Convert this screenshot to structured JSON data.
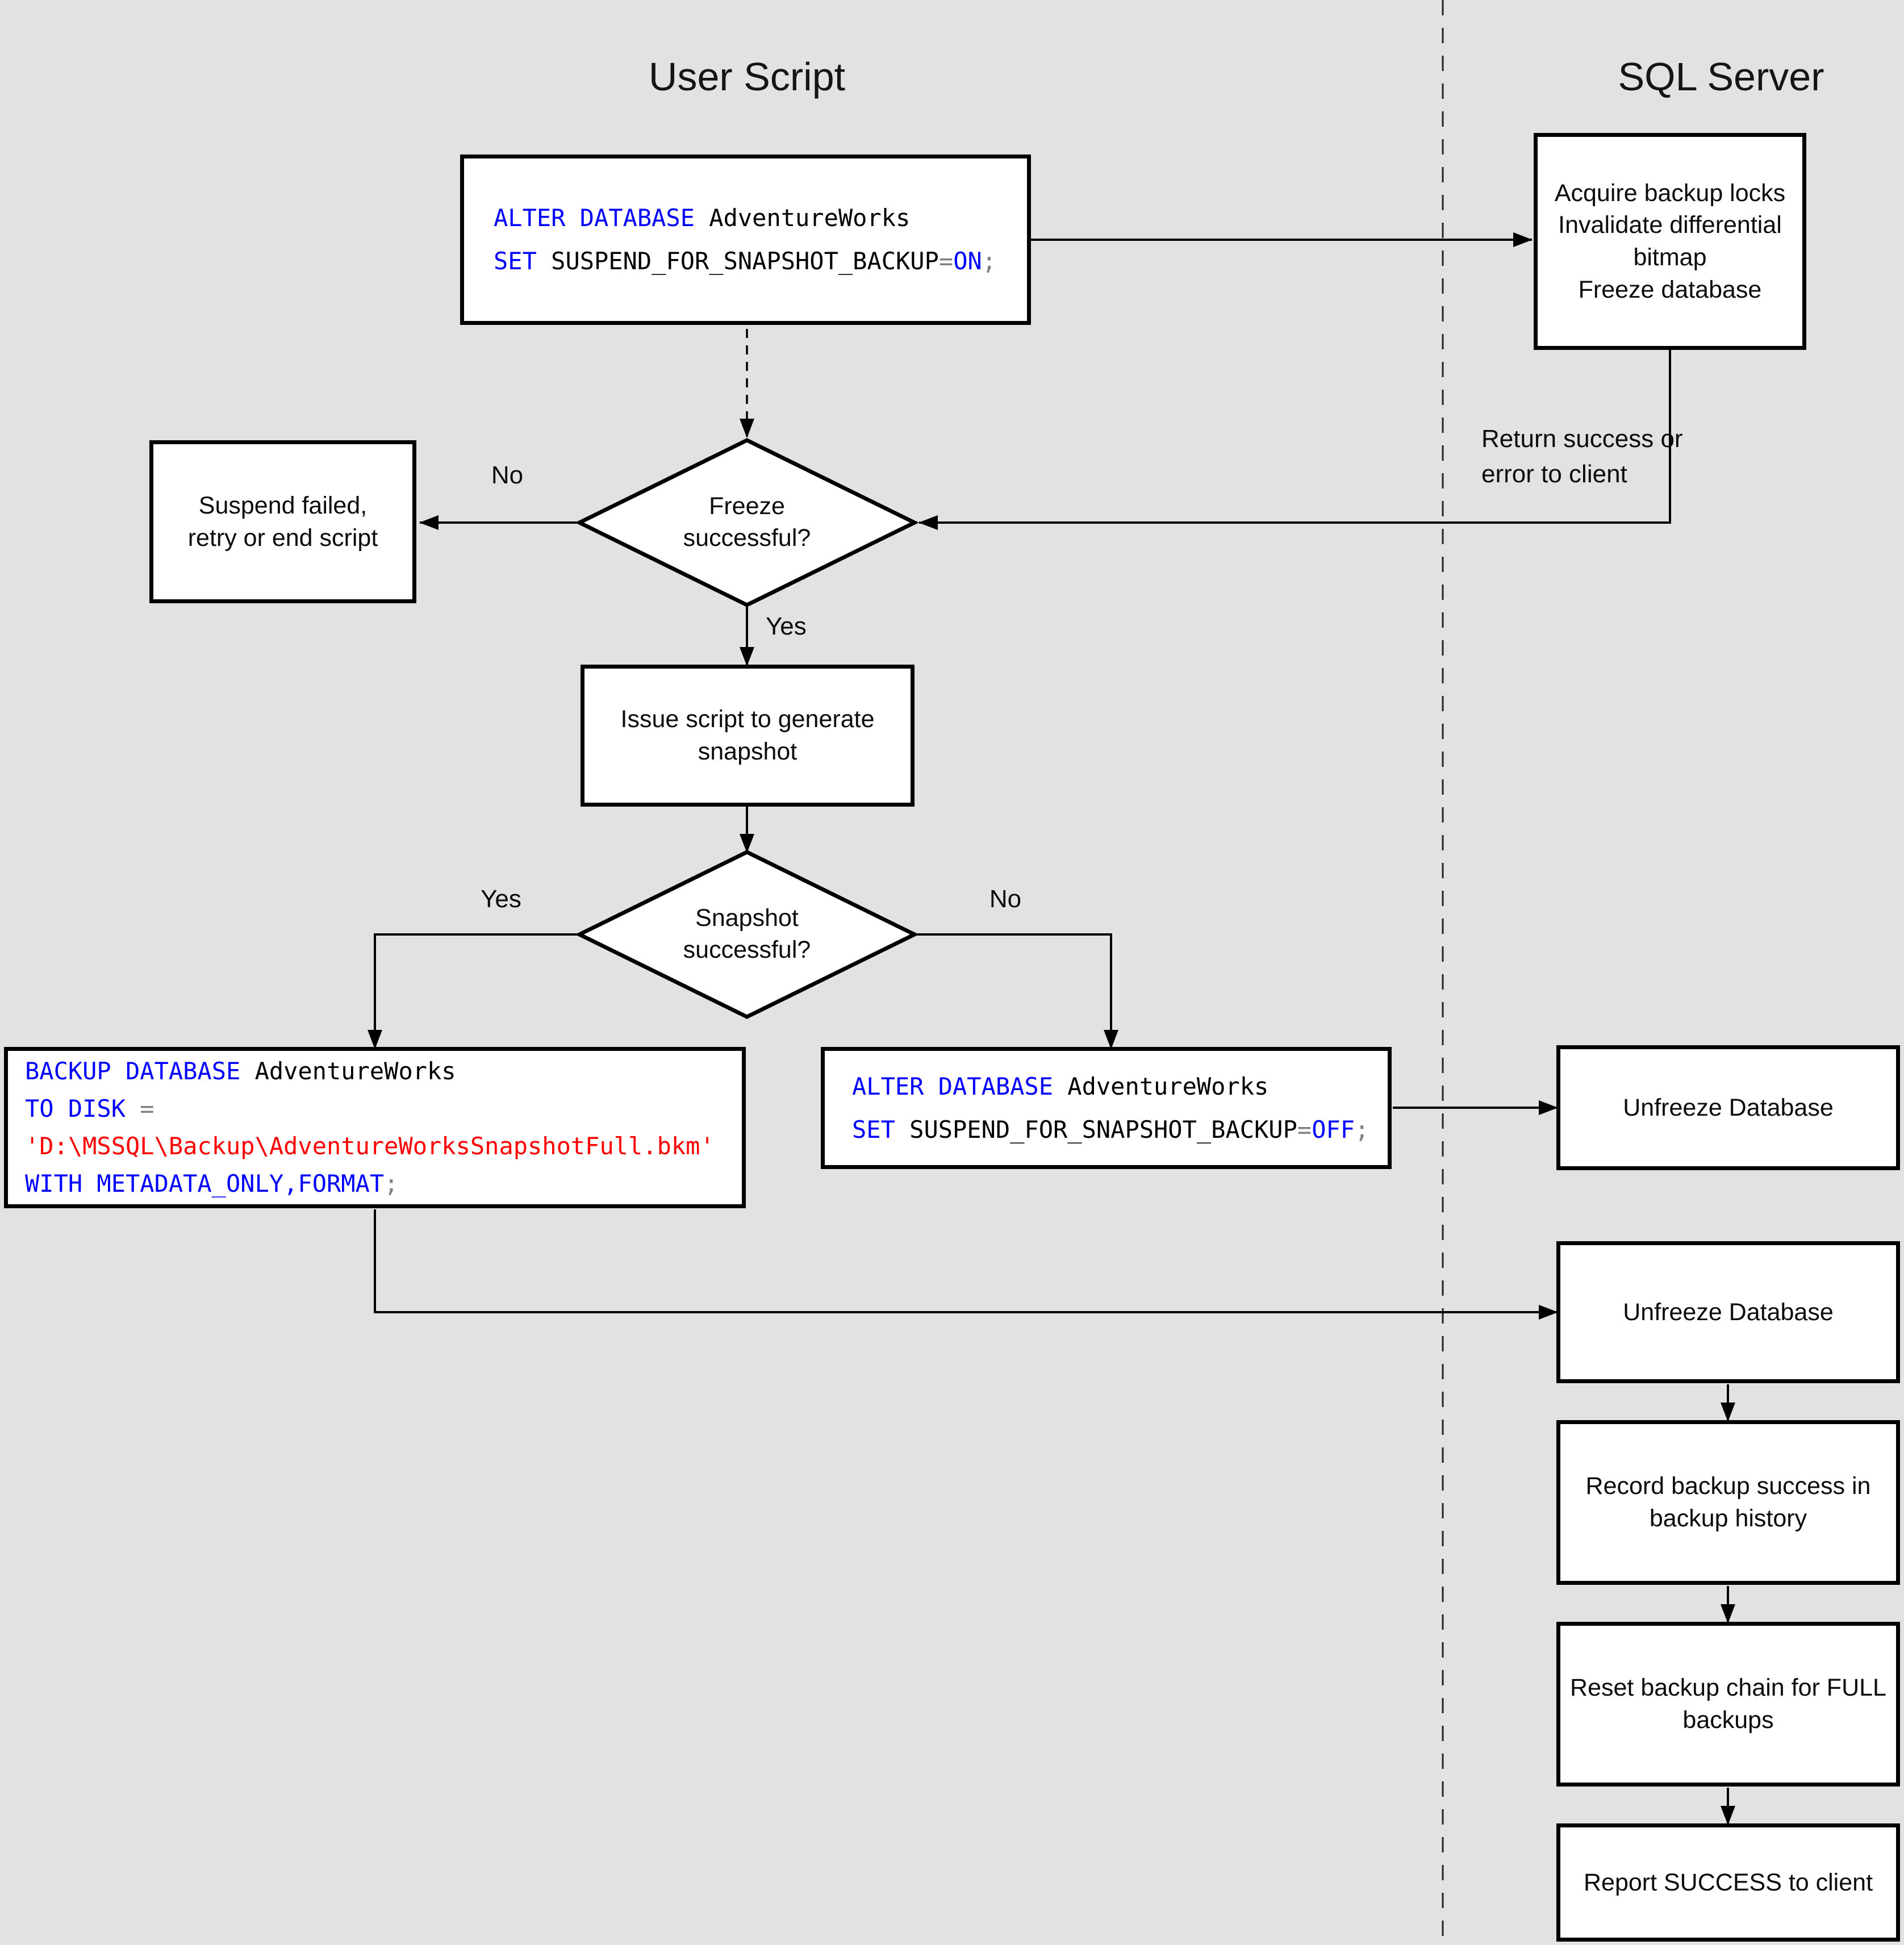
{
  "titles": {
    "left": "User Script",
    "right": "SQL Server"
  },
  "colors": {
    "background": "#e2e2e2",
    "box_fill": "#ffffff",
    "box_border": "#000000",
    "connector": "#000000",
    "sql_keyword": "#0000ff",
    "sql_identifier": "#000000",
    "sql_operator": "#808080",
    "sql_string": "#ff0000"
  },
  "edge_labels": {
    "freeze_no": "No",
    "freeze_yes": "Yes",
    "snapshot_yes": "Yes",
    "snapshot_no": "No",
    "return_note": [
      "Return success or",
      "error to client"
    ]
  },
  "nodes": {
    "alter_on": {
      "code": [
        [
          {
            "t": "ALTER DATABASE ",
            "c": "kw"
          },
          {
            "t": "AdventureWorks",
            "c": "id"
          }
        ],
        [
          {
            "t": "SET ",
            "c": "kw"
          },
          {
            "t": "SUSPEND_FOR_SNAPSHOT_BACKUP",
            "c": "id"
          },
          {
            "t": "=",
            "c": "op"
          },
          {
            "t": "ON",
            "c": "kw"
          },
          {
            "t": ";",
            "c": "op"
          }
        ]
      ]
    },
    "acquire": {
      "lines": [
        "Acquire backup locks",
        "Invalidate differential",
        "bitmap",
        "Freeze database"
      ]
    },
    "freeze_decision": {
      "lines": [
        "Freeze",
        "successful?"
      ]
    },
    "suspend": {
      "lines": [
        "Suspend failed,",
        "retry or end script"
      ]
    },
    "issue": {
      "lines": [
        "Issue script to generate",
        "snapshot"
      ]
    },
    "snapshot_decision": {
      "lines": [
        "Snapshot",
        "successful?"
      ]
    },
    "backup": {
      "code": [
        [
          {
            "t": "BACKUP DATABASE ",
            "c": "kw"
          },
          {
            "t": "AdventureWorks",
            "c": "id"
          }
        ],
        [
          {
            "t": "TO DISK ",
            "c": "kw"
          },
          {
            "t": "=",
            "c": "op"
          }
        ],
        [
          {
            "t": "'D:\\MSSQL\\Backup\\AdventureWorksSnapshotFull.bkm'",
            "c": "str"
          }
        ],
        [
          {
            "t": "WITH METADATA_ONLY,FORMAT",
            "c": "kw"
          },
          {
            "t": ";",
            "c": "op"
          }
        ]
      ]
    },
    "alter_off": {
      "code": [
        [
          {
            "t": "ALTER DATABASE ",
            "c": "kw"
          },
          {
            "t": "AdventureWorks",
            "c": "id"
          }
        ],
        [
          {
            "t": "SET ",
            "c": "kw"
          },
          {
            "t": "SUSPEND_FOR_SNAPSHOT_BACKUP",
            "c": "id"
          },
          {
            "t": "=",
            "c": "op"
          },
          {
            "t": "OFF",
            "c": "kw"
          },
          {
            "t": ";",
            "c": "op"
          }
        ]
      ]
    },
    "unfreeze_off_path": {
      "text": "Unfreeze Database"
    },
    "unfreeze_backup_path": {
      "text": "Unfreeze Database"
    },
    "record_history": {
      "text": [
        "Record backup success in",
        "backup history"
      ]
    },
    "reset_chain": {
      "text": [
        "Reset backup chain for FULL",
        "backups"
      ]
    },
    "report_success": {
      "text": "Report SUCCESS to client"
    }
  }
}
